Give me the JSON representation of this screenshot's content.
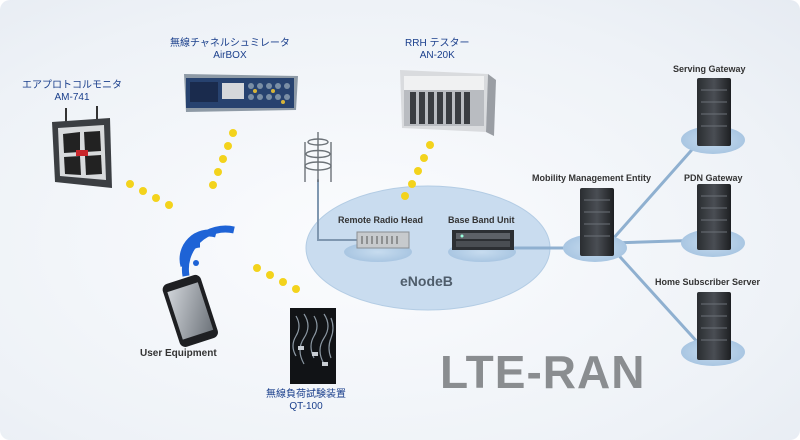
{
  "diagram": {
    "title": "LTE-RAN",
    "cluster_label": "eNodeB",
    "devices": {
      "protocol_monitor": {
        "name": "エアプロトコルモニタ",
        "model": "AM-741"
      },
      "channel_simulator": {
        "name": "無線チャネルシュミレータ",
        "model": "AirBOX"
      },
      "rrh_tester": {
        "name": "RRH テスター",
        "model": "AN-20K"
      },
      "load_tester": {
        "name": "無線負荷試験装置",
        "model": "QT-100"
      }
    },
    "nodes": {
      "user_equipment": "User Equipment",
      "remote_radio_head": "Remote Radio Head",
      "base_band_unit": "Base Band Unit",
      "mme": "Mobility Management Entity",
      "serving_gateway": "Serving Gateway",
      "pdn_gateway": "PDN Gateway",
      "hss": "Home Subscriber Server"
    },
    "colors": {
      "label_blue": "#1a3f8c",
      "dots": "#f3d31c",
      "ellipse": "#bcd4ea",
      "links": "#8fb0d0",
      "wifi": "#1e63d6",
      "title_gray": "#8a8d90"
    }
  }
}
